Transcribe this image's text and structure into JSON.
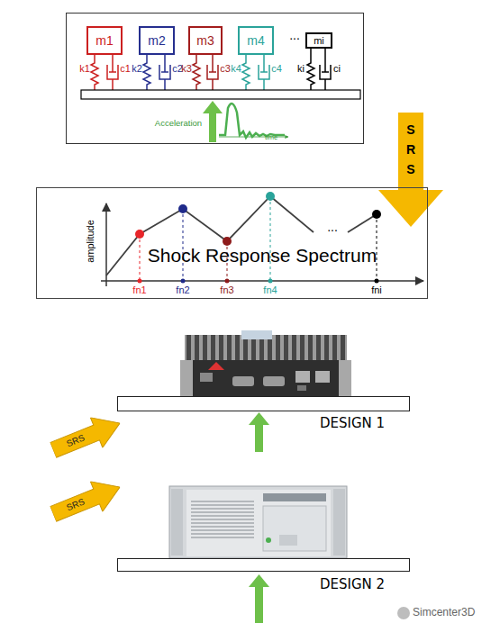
{
  "diagram": {
    "nodes": [
      {
        "text": [
          "...",
          "Acceleration",
          "time"
        ]
      },
      {
        "text": [
          "m1"
        ],
        "in": 0
      },
      {
        "text": [
          "m2"
        ],
        "in": 0
      },
      {
        "text": [
          "m3"
        ],
        "in": 0
      },
      {
        "text": [
          "m4"
        ],
        "in": 0
      },
      {
        "text": [
          "mi"
        ],
        "in": 0
      },
      {
        "text": [
          "S R S"
        ]
      },
      {
        "text": [
          "Shock Response Spectrum"
        ]
      },
      {
        "text": [
          "DESIGN 1"
        ]
      },
      {
        "text": [
          "SRS"
        ]
      },
      {
        "text": [
          "SRS"
        ]
      },
      {
        "text": [
          "DESIGN 2"
        ]
      }
    ],
    "labels": [
      "k1",
      "c1",
      "k2",
      "c2",
      "k3",
      "c3",
      "k4",
      "c4",
      "ki",
      "ci",
      "amplitude",
      "fn1",
      "fn2",
      "fn3",
      "fn4",
      "...",
      "fni",
      "Simcenter3D"
    ]
  }
}
